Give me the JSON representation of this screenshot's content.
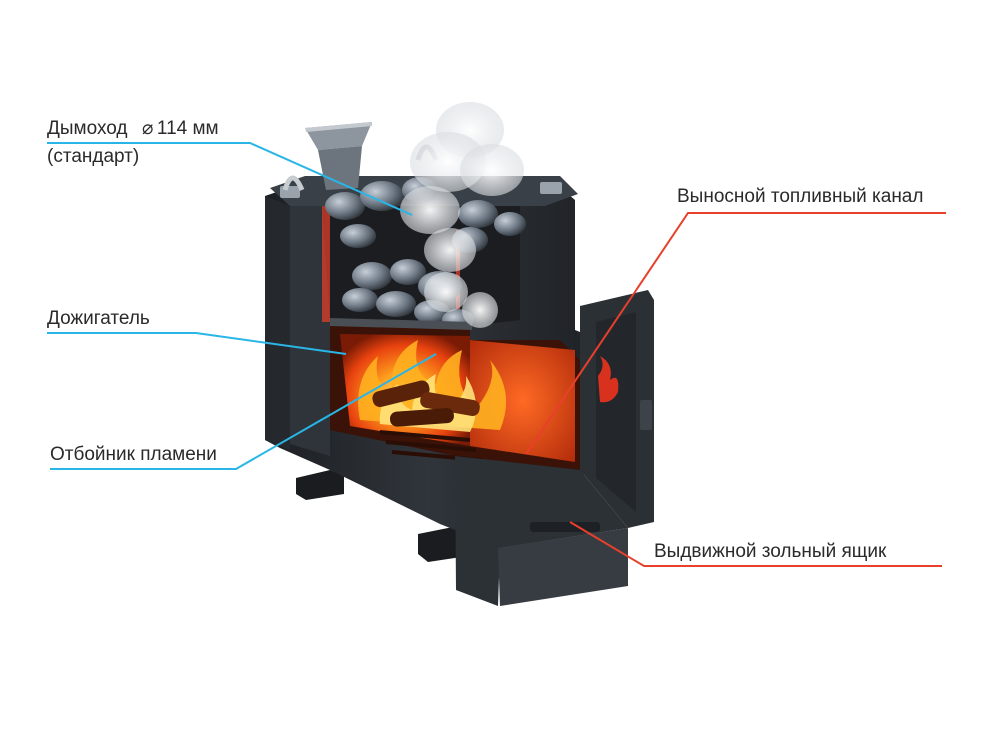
{
  "labels": {
    "chimney": "Дымоход",
    "chimney_diameter_symbol": "⌀",
    "chimney_diameter": "114 мм",
    "chimney_note": "(стандарт)",
    "afterburner": "Дожигатель",
    "flame_deflector": "Отбойник пламени",
    "remote_fuel_channel": "Выносной топливный канал",
    "ash_drawer": "Выдвижной зольный ящик"
  },
  "colors": {
    "left_callout_line": "#29b6e6",
    "right_callout_line": "#e8402a",
    "stove_body": "#2e3338",
    "stove_dark": "#1d2024",
    "fire_glow": "#ff5a12",
    "flame": "#ffb020",
    "stones": "#7b8794",
    "steam": "#e9ecef"
  }
}
